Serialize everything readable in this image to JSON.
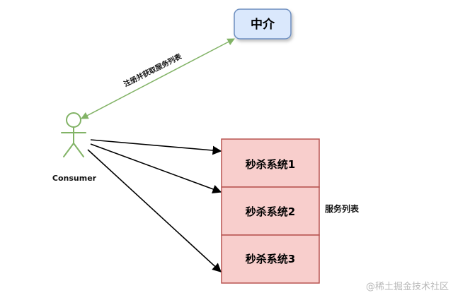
{
  "broker": {
    "label": "中介",
    "fill": "#dae8fc",
    "stroke": "#6c8ebf"
  },
  "edge_register": {
    "label": "注册并获取服务列表",
    "color": "#82b366"
  },
  "consumer": {
    "label": "Consumer",
    "color": "#82b366"
  },
  "service_list": {
    "label": "服务列表",
    "fill": "#f8cecc",
    "stroke": "#b85450",
    "items": [
      {
        "label": "秒杀系统1"
      },
      {
        "label": "秒杀系统2"
      },
      {
        "label": "秒杀系统3"
      }
    ]
  },
  "watermark": {
    "text": "@稀土掘金技术社区"
  }
}
